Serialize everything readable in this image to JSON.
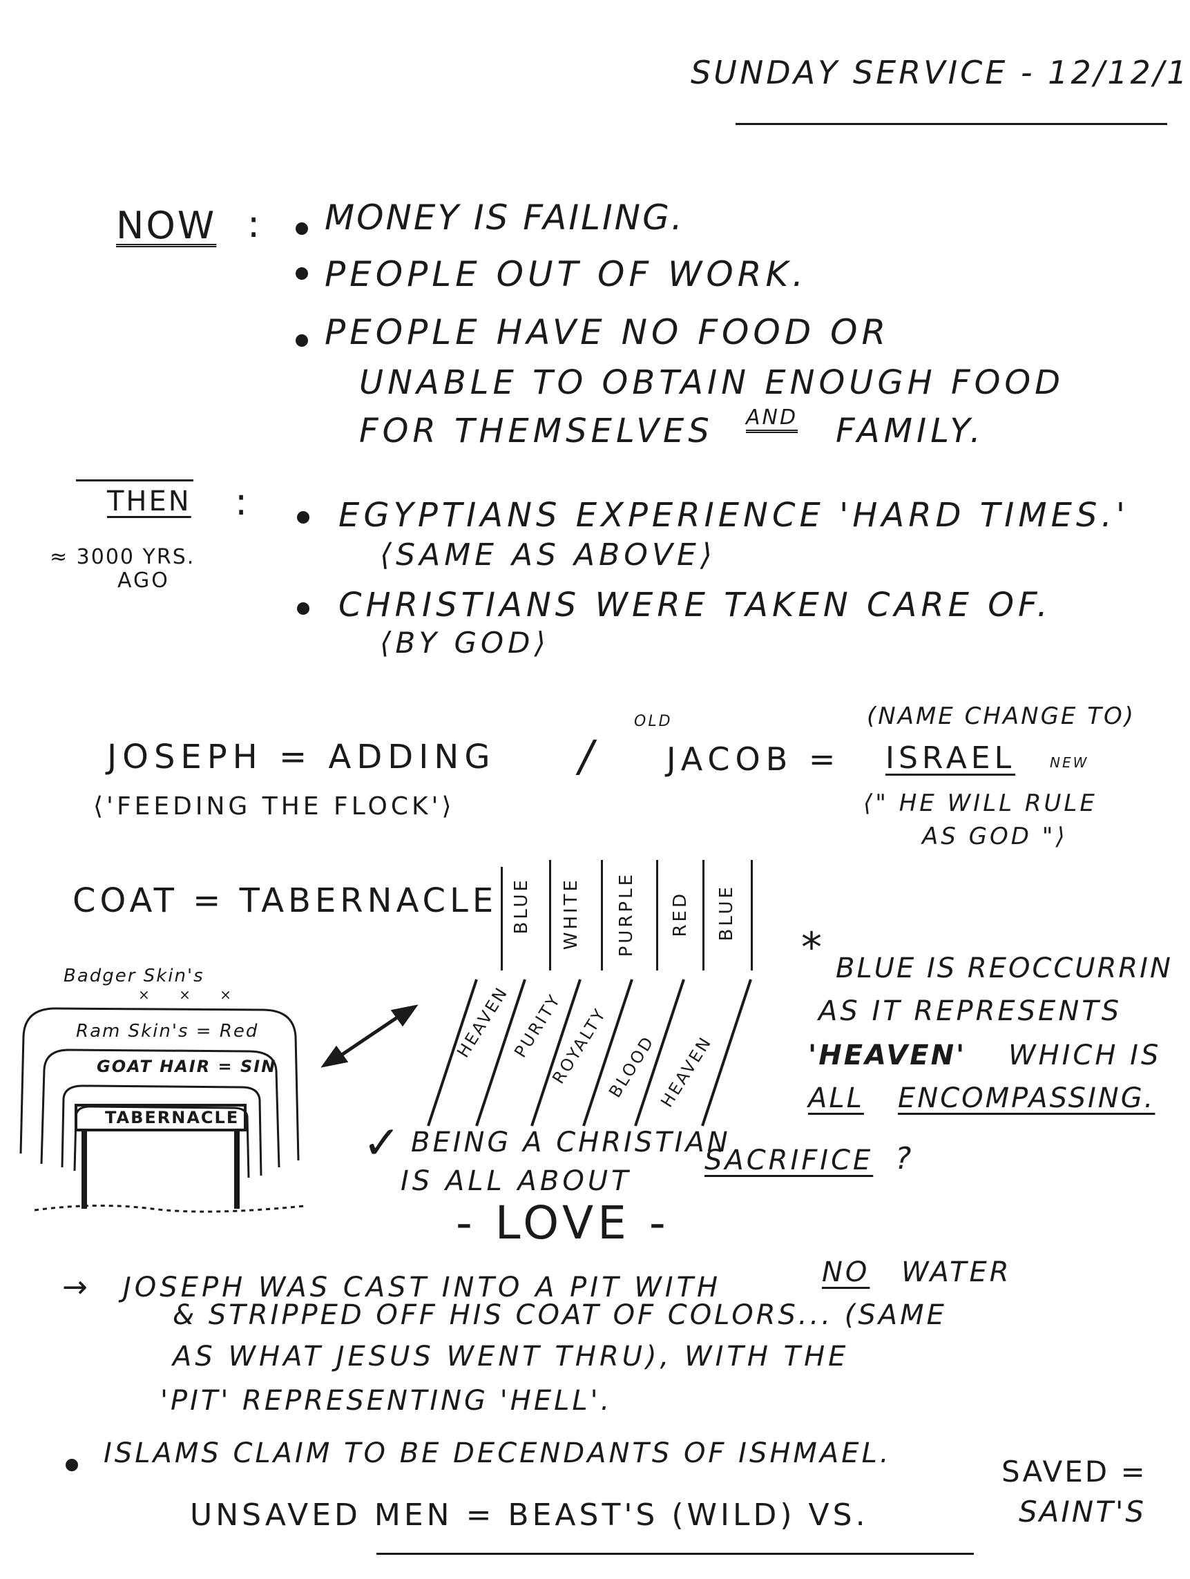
{
  "header": {
    "title": "Sunday Service - 12/12/1"
  },
  "now": {
    "label": "Now",
    "colon": ":",
    "items": [
      "Money Is Failing.",
      "People Out Of Work.",
      "People Have NO Food or"
    ],
    "item3_cont1": "Unable To Obtain Enough Food",
    "item3_cont2a": "For Themselves",
    "item3_cont2b": "and",
    "item3_cont2c": "Family."
  },
  "then": {
    "label": "Then",
    "colon": ":",
    "note1": "≈ 3000 yrs.",
    "note2": "ago",
    "item1": "Egyptians Experience 'Hard Times.'",
    "item1_sub": "⟨Same As Above⟩",
    "item2": "Christians Were Taken Care Of.",
    "item2_sub": "⟨By God⟩"
  },
  "names": {
    "joseph": "Joseph = Adding",
    "joseph_meaning": "⟨'Feeding The Flock'⟩",
    "slash": "/",
    "old": "old",
    "jacob": "Jacob =",
    "name_change": "(Name Change To)",
    "israel": "Israel",
    "new": "new",
    "israel_meaning1": "⟨\" He Will Rule",
    "israel_meaning2": "As God \"⟩"
  },
  "coat": {
    "equation": "Coat = Tabernacle",
    "colors": [
      "Blue",
      "White",
      "Purple",
      "Red",
      "Blue"
    ],
    "meanings": [
      "Heaven",
      "Purity",
      "Royalty",
      "Blood",
      "Heaven"
    ]
  },
  "tabernacle": {
    "badger": "Badger Skin's",
    "ram": "Ram Skin's = Red",
    "goat": "Goat Hair = Sin",
    "sign": "Tabernacle"
  },
  "blue_note": {
    "line1": "Blue Is Reoccurrin",
    "line2": "As It Represents",
    "line3a": "'Heaven'",
    "line3b": "Which Is",
    "line4a": "All",
    "line4b": "Encompassing."
  },
  "christian": {
    "line1": "Being A Christian",
    "line2a": "Is All About",
    "line2b": "Sacrifice",
    "line2c": "?",
    "love": "- LOVE -"
  },
  "joseph_pit": {
    "line1a": "Joseph Was Cast Into A Pit with",
    "line1b": "NO",
    "line1c": "Water",
    "line2": "& Stripped Off His Coat Of Colors... (Same",
    "line3": "As What Jesus Went Thru), With The",
    "line4": "'Pit' Representing 'Hell'.",
    "islam": "Islams Claim To Be Decendants Of Ishmael.",
    "unsaved": "Unsaved Men = Beast's (wild) vs.",
    "saved_top": "Saved =",
    "saved_bottom": "Saint's"
  }
}
